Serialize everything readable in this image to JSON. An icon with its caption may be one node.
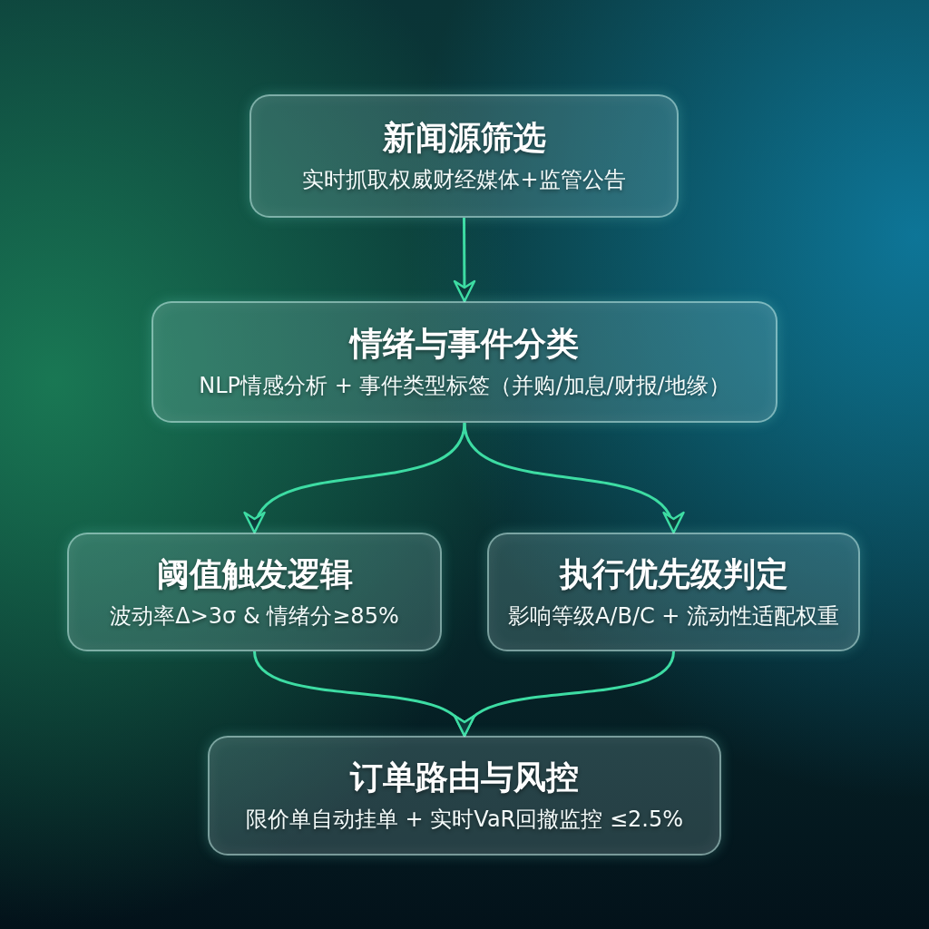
{
  "diagram": {
    "nodes": [
      {
        "text": [
          "新闻源筛选",
          "实时抓取权威财经媒体+监管公告"
        ]
      },
      {
        "text": [
          "情绪与事件分类",
          "NLP情感分析 + 事件类型标签（并购/加息/财报/地缘）"
        ]
      },
      {
        "text": [
          "阈值触发逻辑",
          "波动率Δ>3σ & 情绪分≥85%"
        ]
      },
      {
        "text": [
          "执行优先级判定",
          "影响等级A/B/C + 流动性适配权重"
        ]
      },
      {
        "text": [
          "订单路由与风控",
          "限价单自动挂单 + 实时VaR回撤监控 ≤2.5%"
        ]
      }
    ],
    "edges": [
      {
        "from": 0,
        "to": 1,
        "arrow": "to"
      },
      {
        "from": 1,
        "to": 2,
        "arrow": "to"
      },
      {
        "from": 1,
        "to": 3,
        "arrow": "to"
      },
      {
        "from": 2,
        "to": 4,
        "arrow": "to"
      },
      {
        "from": 3,
        "to": 4,
        "arrow": "to"
      }
    ]
  }
}
